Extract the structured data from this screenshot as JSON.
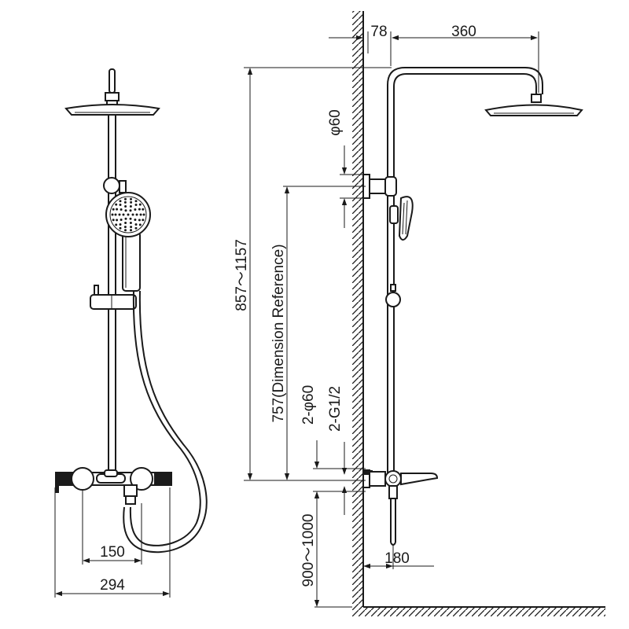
{
  "dimensions": {
    "arm_offset": "78",
    "arm_reach": "360",
    "height_range": "857～1157",
    "wall_bracket_dia": "φ60",
    "reference_height": "757(Dimension Reference)",
    "inlet_count_dia": "2-φ60",
    "inlet_thread": "2-G1/2",
    "install_height": "900～1000",
    "inlet_spacing": "150",
    "mixer_width": "294",
    "spout_reach": "180"
  }
}
